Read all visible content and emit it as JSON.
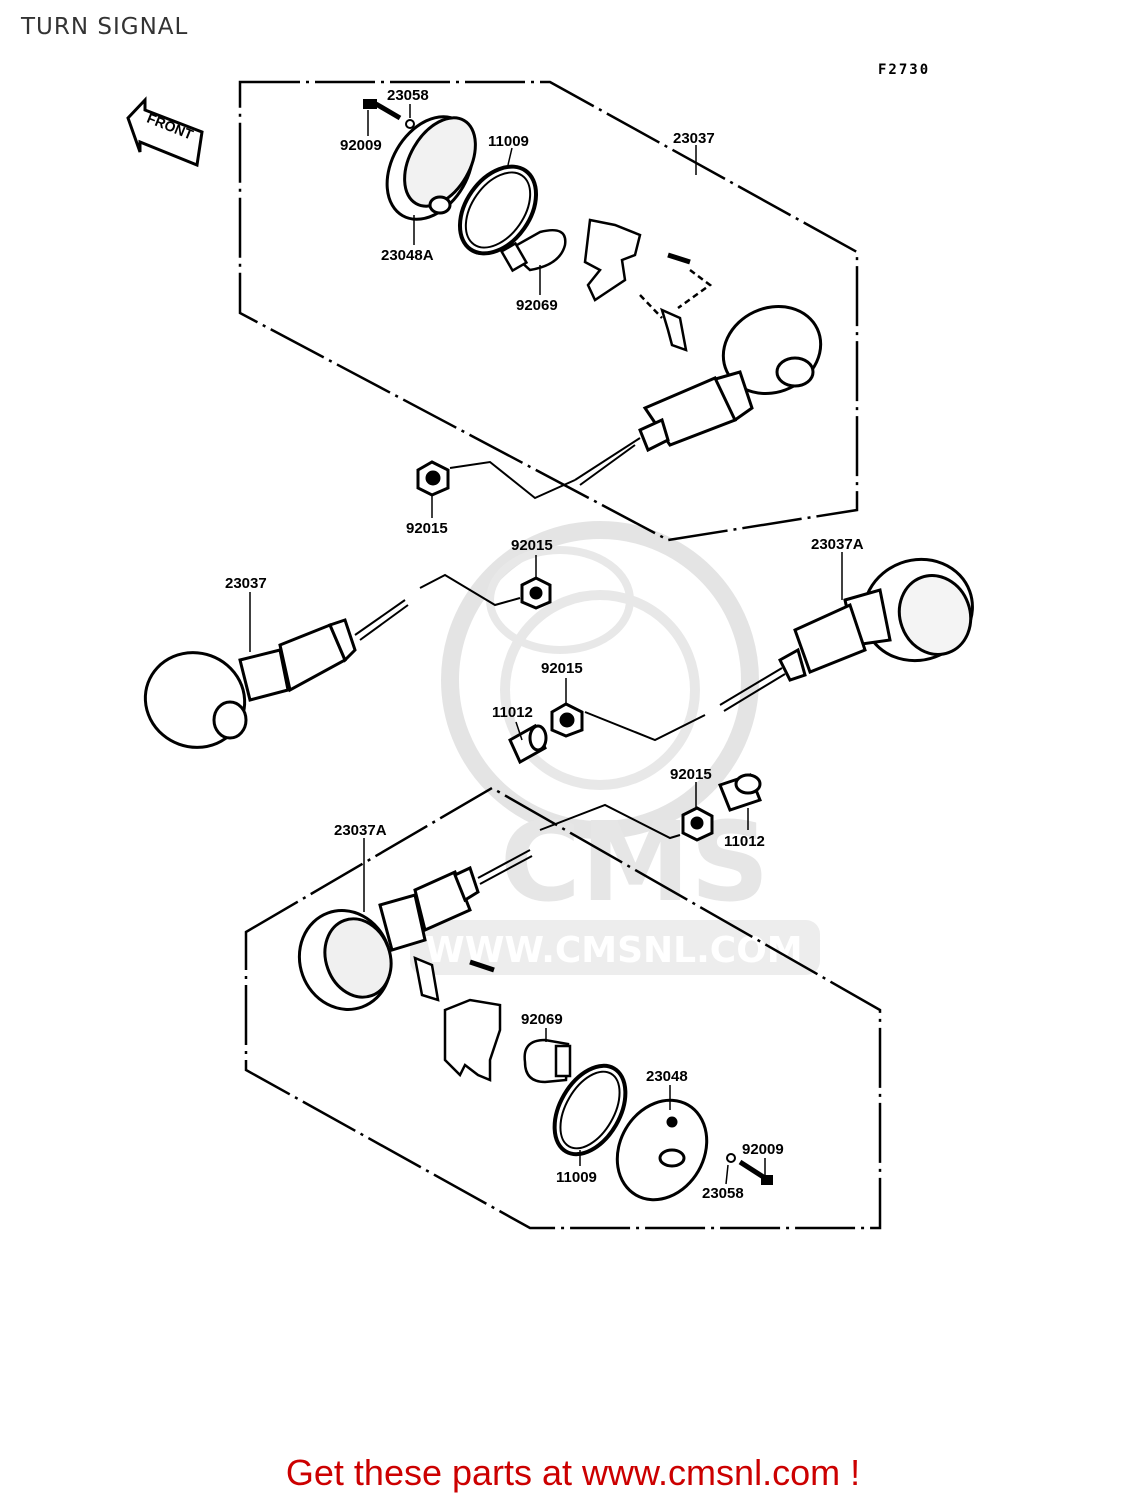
{
  "page": {
    "title": "TURN SIGNAL",
    "figure_code": "F2730",
    "front_arrow_label": "FRONT",
    "footer": "Get these parts at www.cmsnl.com !"
  },
  "parts": {
    "p23058_top": "23058",
    "p92009_top": "92009",
    "p11009_top": "11009",
    "p23037_top": "23037",
    "p23048a": "23048A",
    "p92069_top": "92069",
    "p92015_top": "92015",
    "p92015_mid": "92015",
    "p23037_left": "23037",
    "p23037a_right": "23037A",
    "p92015_mid2": "92015",
    "p11012_mid": "11012",
    "p92015_low": "92015",
    "p11012_low": "11012",
    "p23037a_bottom": "23037A",
    "p92069_bottom": "92069",
    "p23048": "23048",
    "p92009_bottom": "92009",
    "p11009_bottom": "11009",
    "p23058_bottom": "23058"
  },
  "watermark": {
    "text": "WWW.CMSNL.COM",
    "logo_text": "CMS"
  },
  "colors": {
    "ink": "#000000",
    "title": "#333333",
    "footer": "#cc0000",
    "watermark": "#dddddd"
  }
}
